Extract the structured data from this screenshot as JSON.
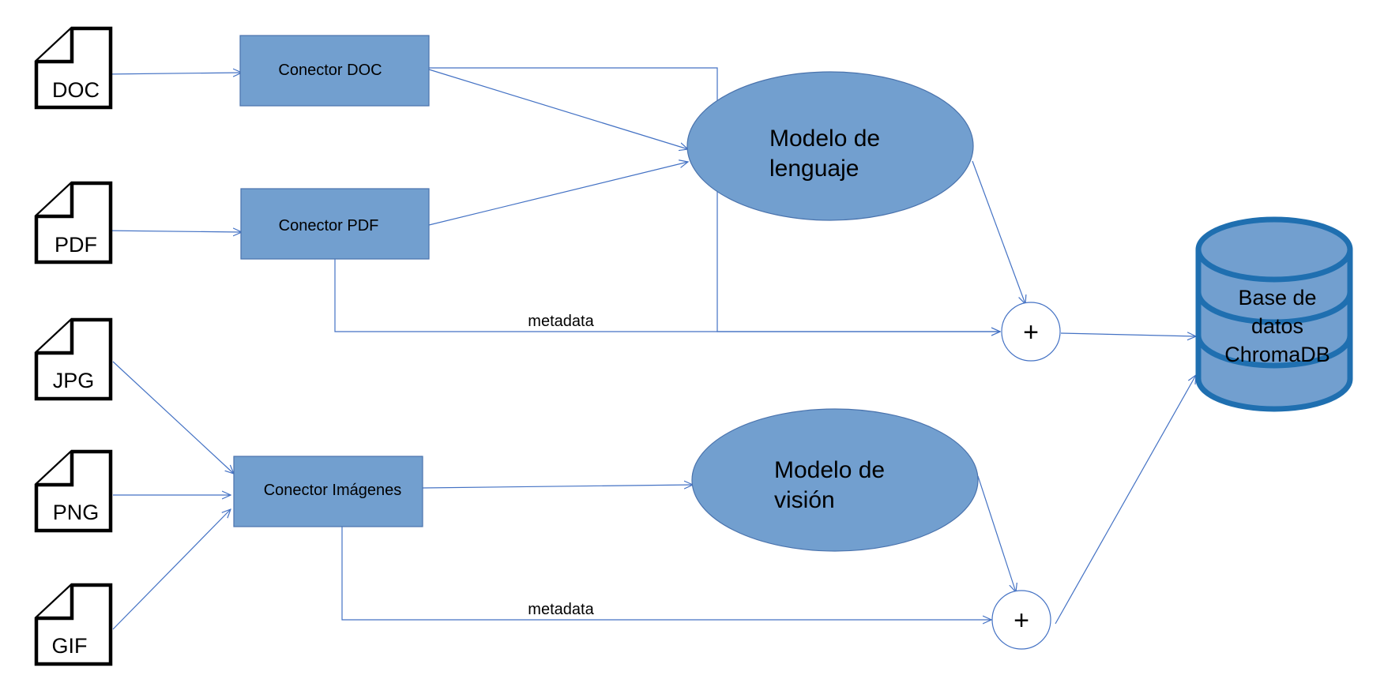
{
  "files": {
    "doc": "DOC",
    "pdf": "PDF",
    "jpg": "JPG",
    "png": "PNG",
    "gif": "GIF"
  },
  "connectors": {
    "doc": "Conector DOC",
    "pdf": "Conector PDF",
    "images": "Conector Imágenes"
  },
  "models": {
    "language": [
      "Modelo de",
      "lenguaje"
    ],
    "vision": [
      "Modelo de",
      "visión"
    ]
  },
  "metadata_labels": {
    "top": "metadata",
    "bottom": "metadata"
  },
  "merge_nodes": {
    "top": "+",
    "bottom": "+"
  },
  "database": [
    "Base de",
    "datos",
    "ChromaDB"
  ],
  "colors": {
    "node_fill": "#729fcf",
    "edge": "#4472c4",
    "database_outline": "#1f6fb0"
  }
}
